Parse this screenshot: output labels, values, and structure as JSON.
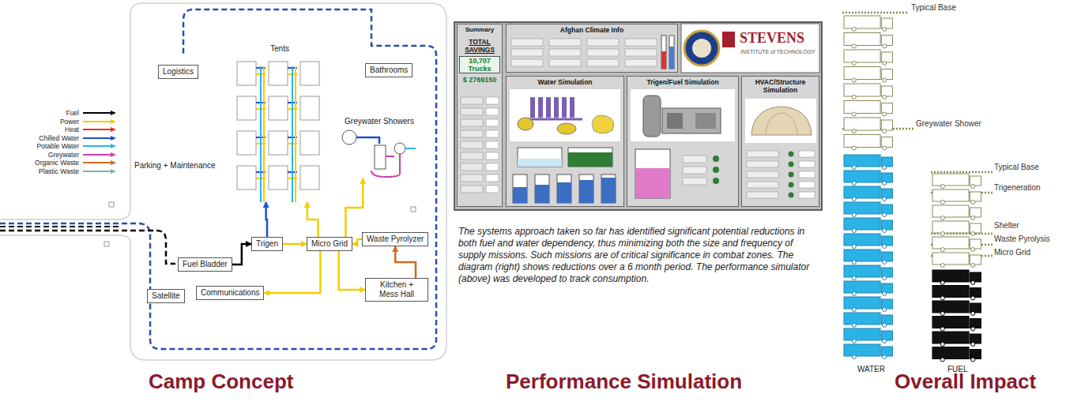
{
  "diagram": {
    "caption": "The systems approach taken so far has identified significant potential reductions in both fuel and water dependency, thus minimizing both the size and frequency of supply missions. Such missions are of critical significance in combat zones. The diagram (right) shows reductions over a 6 month period. The performance simulator (above) was developed to track consumption.",
    "nodes": [
      {
        "text": [
          "Logistics"
        ]
      },
      {
        "text": [
          "Bathrooms"
        ]
      },
      {
        "text": [
          "Tents"
        ]
      },
      {
        "text": [
          "Greywater Showers"
        ]
      },
      {
        "text": [
          "Trigen"
        ]
      },
      {
        "text": [
          "Micro Grid"
        ]
      },
      {
        "text": [
          "Waste Pyrolyzer"
        ]
      },
      {
        "text": [
          "Fuel Bladder"
        ]
      },
      {
        "text": [
          "Kitchen + Mess Hall"
        ]
      },
      {
        "text": [
          "Communications"
        ]
      },
      {
        "text": [
          "Satellite"
        ]
      },
      {
        "text": [
          "Summary",
          "TOTAL SAVINGS",
          "10,707 Trucks",
          "$ 2769150"
        ]
      },
      {
        "text": [
          "Afghan Climate Info"
        ]
      },
      {
        "text": [
          "Water Simulation"
        ]
      },
      {
        "text": [
          "Trigen/Fuel Simulation"
        ]
      },
      {
        "text": [
          "HVAC/Structure Simulation"
        ]
      }
    ],
    "edges": [
      {
        "from": 7,
        "to": 4,
        "arrow": "to"
      },
      {
        "from": 4,
        "to": 5,
        "arrow": "to"
      },
      {
        "from": 6,
        "to": 5,
        "arrow": "to"
      },
      {
        "from": 5,
        "to": 2,
        "arrow": "to"
      },
      {
        "from": 5,
        "to": 9,
        "arrow": "to"
      },
      {
        "from": 5,
        "to": 8,
        "arrow": "to"
      },
      {
        "from": 4,
        "to": 2,
        "arrow": "to"
      },
      {
        "from": 8,
        "to": 6,
        "arrow": "to"
      },
      {
        "from": 5,
        "to": 3,
        "arrow": "to"
      }
    ],
    "labels": [
      "Parking + Maintenance",
      "Camp Concept",
      "Performance Simulation",
      "Overall Impact",
      "STEVENS",
      "INSTITUTE of TECHNOLOGY",
      "Typical Base",
      "Greywater Shower",
      "Typical Base",
      "Trigeneration",
      "Shelter",
      "Waste Pyrolysis",
      "Micro Grid",
      "WATER",
      "FUEL"
    ],
    "legend": [
      {
        "text": "Fuel",
        "color": "#000000"
      },
      {
        "text": "Power",
        "color": "#f2cd00"
      },
      {
        "text": "Heat",
        "color": "#e3312a"
      },
      {
        "text": "Chilled Water",
        "color": "#1f4fd6"
      },
      {
        "text": "Potable Water",
        "color": "#2bb3e6"
      },
      {
        "text": "Greywater",
        "color": "#c93fb0"
      },
      {
        "text": "Organic Waste",
        "color": "#d2691e"
      },
      {
        "text": "Plastic Waste",
        "color": "#7fb39f"
      }
    ]
  }
}
